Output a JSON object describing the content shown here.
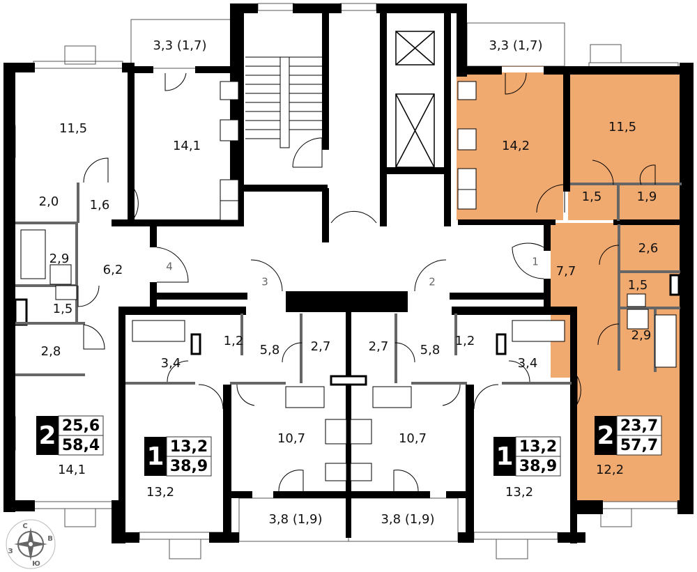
{
  "colors": {
    "highlight": "#F0A96E",
    "wall": "#000000",
    "partition": "#666666"
  },
  "rooms": [
    {
      "label": "11,5"
    },
    {
      "label": "14,1"
    },
    {
      "label": "3,3 (1,7)"
    },
    {
      "label": "2,0"
    },
    {
      "label": "1,6"
    },
    {
      "label": "2,9"
    },
    {
      "label": "6,2"
    },
    {
      "label": "1,5"
    },
    {
      "label": "2,8"
    },
    {
      "label": "14,1"
    },
    {
      "label": "3,4"
    },
    {
      "label": "1,2"
    },
    {
      "label": "5,8"
    },
    {
      "label": "2,7"
    },
    {
      "label": "10,7"
    },
    {
      "label": "13,2"
    },
    {
      "label": "3,8 (1,9)"
    },
    {
      "label": "2,7"
    },
    {
      "label": "5,8"
    },
    {
      "label": "1,2"
    },
    {
      "label": "3,4"
    },
    {
      "label": "10,7"
    },
    {
      "label": "13,2"
    },
    {
      "label": "3,8 (1,9)"
    },
    {
      "label": "3,3 (1,7)"
    },
    {
      "label": "14,2"
    },
    {
      "label": "11,5"
    },
    {
      "label": "1,5"
    },
    {
      "label": "1,9"
    },
    {
      "label": "7,7"
    },
    {
      "label": "2,6"
    },
    {
      "label": "1,5"
    },
    {
      "label": "2,9"
    },
    {
      "label": "12,2"
    }
  ],
  "door_numbers": [
    "4",
    "3",
    "2",
    "1"
  ],
  "apartments": [
    {
      "rooms": "2",
      "living_area": "25,6",
      "total_area": "58,4",
      "highlighted": false
    },
    {
      "rooms": "1",
      "living_area": "13,2",
      "total_area": "38,9",
      "highlighted": false
    },
    {
      "rooms": "1",
      "living_area": "13,2",
      "total_area": "38,9",
      "highlighted": false
    },
    {
      "rooms": "2",
      "living_area": "23,7",
      "total_area": "57,7",
      "highlighted": true
    }
  ],
  "compass": {
    "north": "С",
    "east": "В",
    "west": "З",
    "south": "Ю"
  }
}
